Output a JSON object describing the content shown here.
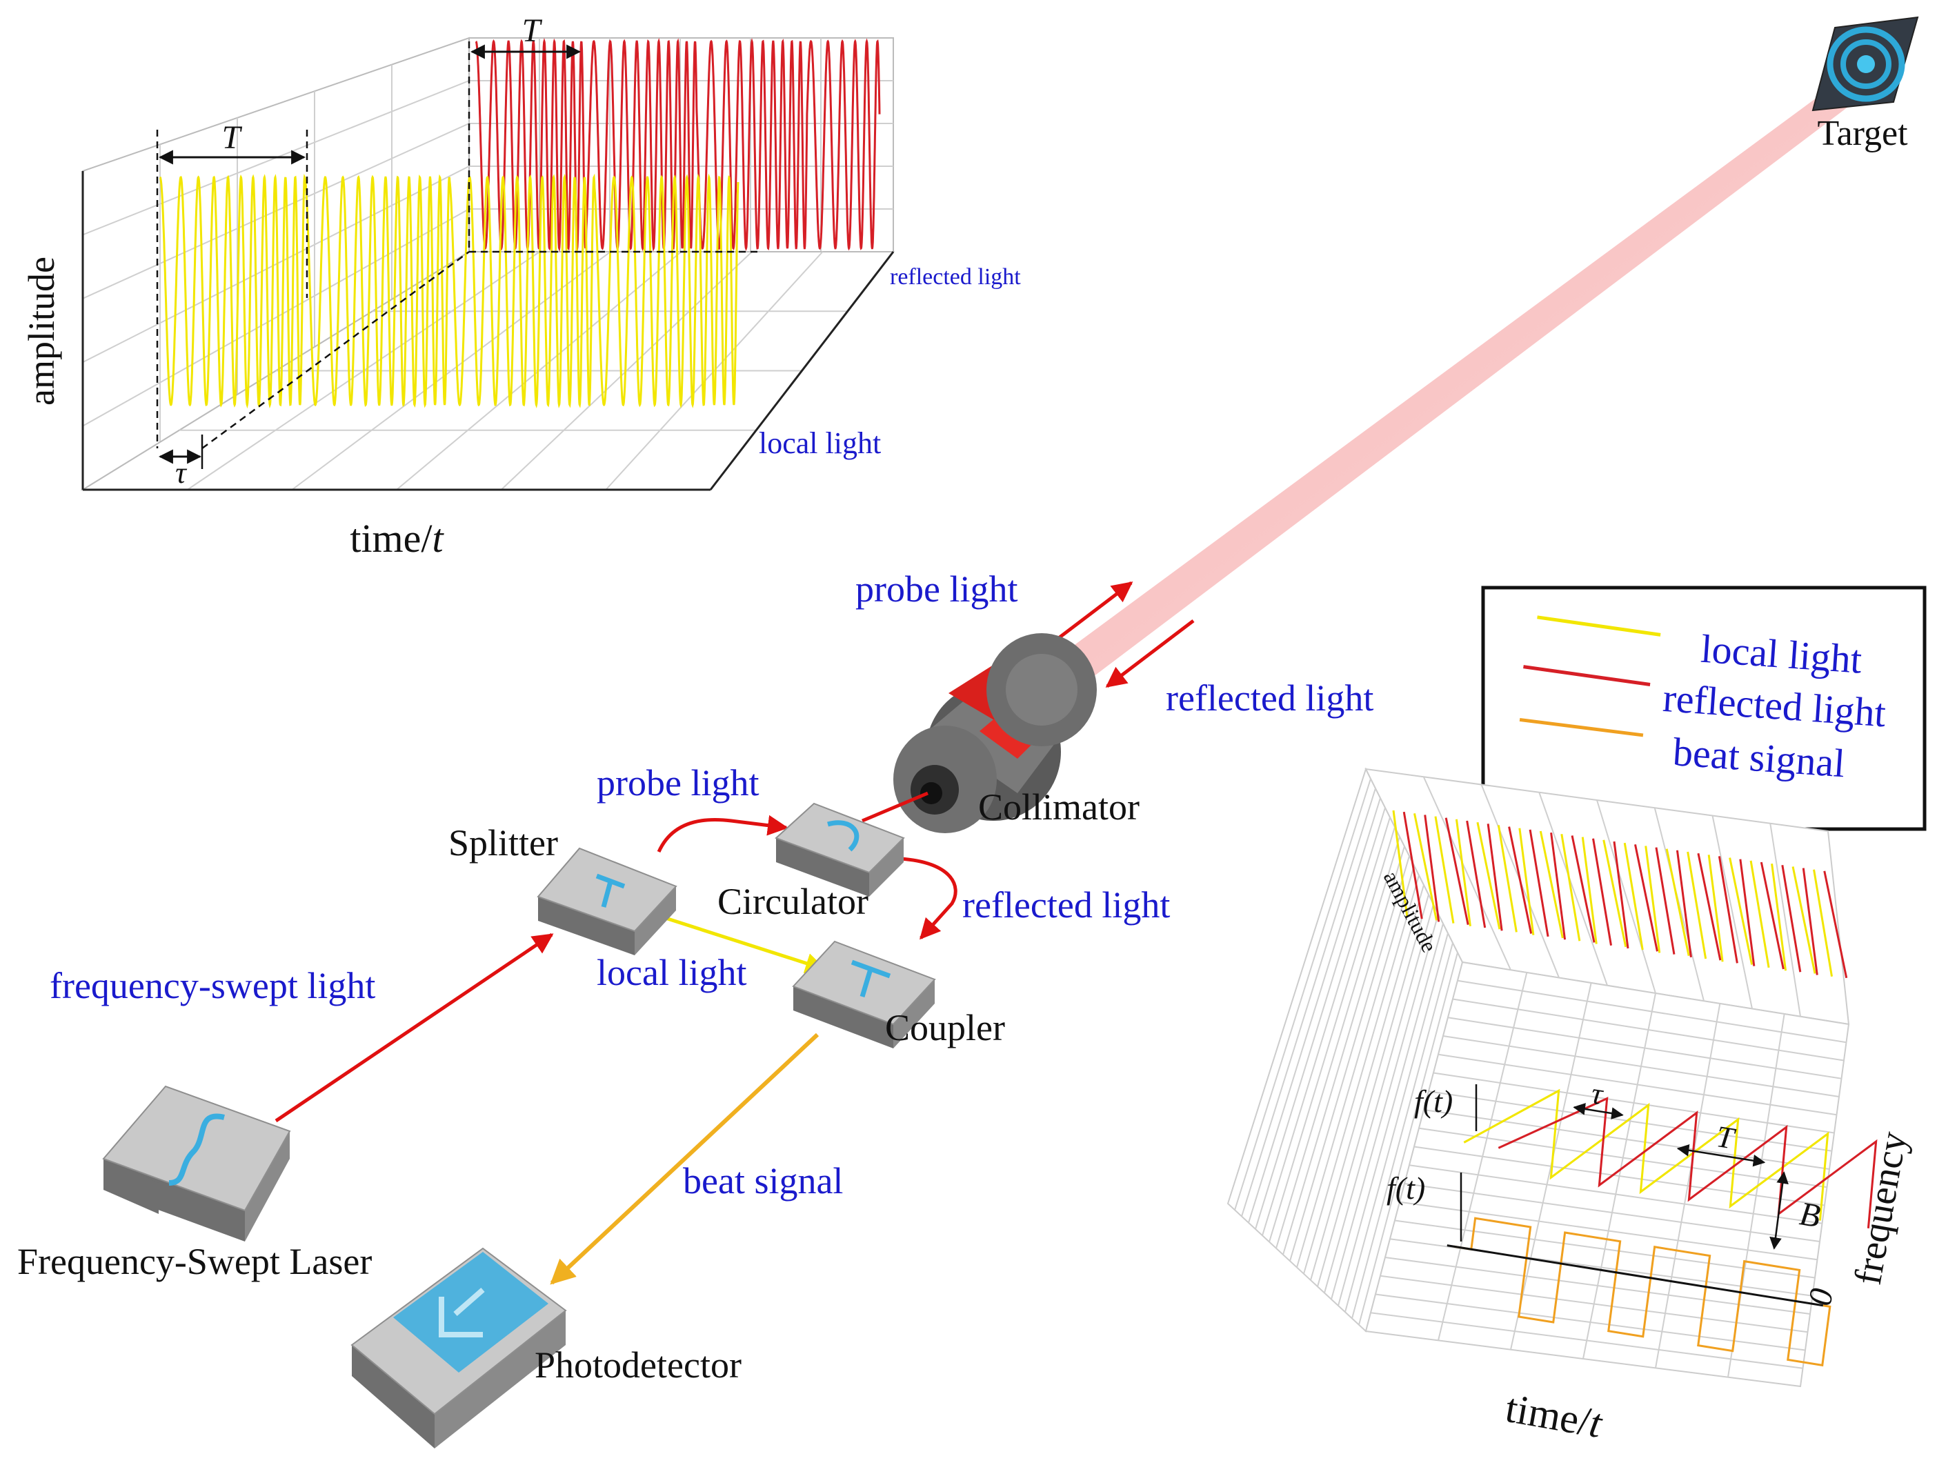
{
  "labels": {
    "target": "Target",
    "collimator": "Collimator",
    "circulator": "Circulator",
    "splitter": "Splitter",
    "coupler": "Coupler",
    "laser": "Frequency-Swept Laser",
    "photodetector": "Photodetector",
    "probe_light_top": "probe light",
    "reflected_light_top": "reflected light",
    "probe_light_mid": "probe light",
    "reflected_light_mid": "reflected light",
    "local_light_mid": "local light",
    "frequency_swept_light": "frequency-swept light",
    "beat_signal": "beat signal"
  },
  "top_plot": {
    "ylabel": "amplitude",
    "xlabel_prefix": "time/",
    "xlabel_var": "t",
    "period_label": "T",
    "delay_label": "τ",
    "series_back": "reflected light",
    "series_front": "local light"
  },
  "legend": {
    "items": [
      {
        "label": "local light",
        "color": "#f2e600"
      },
      {
        "label": "reflected light",
        "color": "#d61f26"
      },
      {
        "label": "beat signal",
        "color": "#f0a020"
      }
    ]
  },
  "bottom_plot": {
    "amplitude_label": "amplitude",
    "xlabel_prefix": "time/",
    "xlabel_var": "t",
    "ylabel": "frequency",
    "zero_label": "0",
    "period_label": "T",
    "delay_label": "τ",
    "bandwidth_label": "B",
    "f_label_1": "f(t)",
    "f_label_2": "f(t)"
  },
  "colors": {
    "local": "#f2e600",
    "reflected": "#d61f26",
    "beat": "#f0a020",
    "label_blue": "#1a1acc",
    "beam": "#f7b8b8",
    "device_accent": "#3aaee0"
  }
}
